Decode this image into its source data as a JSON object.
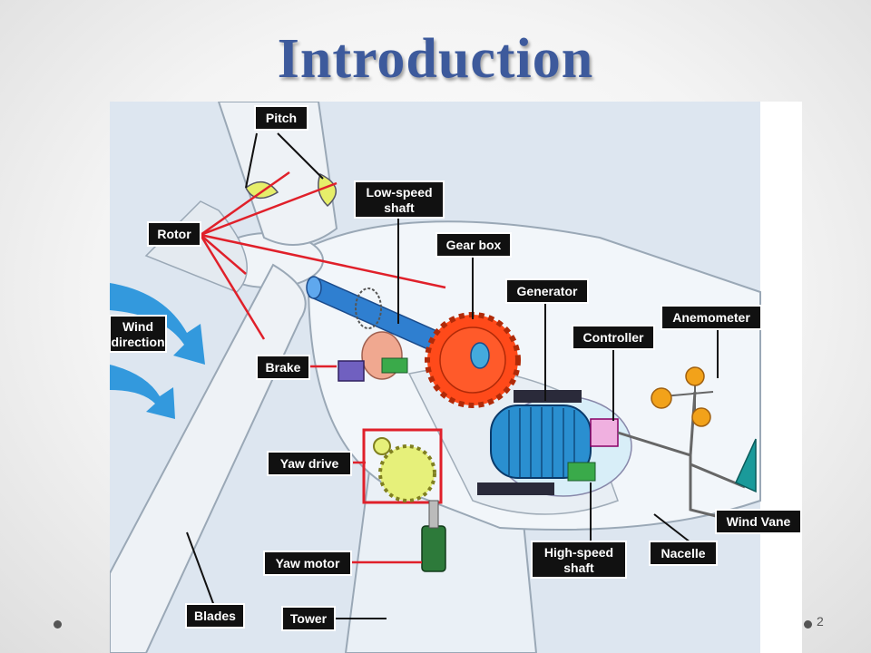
{
  "slide": {
    "title": "Introduction",
    "page_number": "2"
  },
  "labels": {
    "pitch": "Pitch",
    "rotor": "Rotor",
    "low_speed_shaft_line1": "Low-speed",
    "low_speed_shaft_line2": "shaft",
    "gear_box": "Gear box",
    "generator": "Generator",
    "controller": "Controller",
    "anemometer": "Anemometer",
    "wind_direction_line1": "Wind",
    "wind_direction_line2": "direction",
    "brake": "Brake",
    "yaw_drive": "Yaw drive",
    "wind_vane": "Wind Vane",
    "yaw_motor": "Yaw motor",
    "high_speed_shaft_line1": "High-speed",
    "high_speed_shaft_line2": "shaft",
    "nacelle": "Nacelle",
    "blades": "Blades",
    "tower": "Tower"
  },
  "colors": {
    "title": "#3d5a9c",
    "label_bg": "#111111",
    "pointer_red": "#e0202a",
    "wind_arrow": "#3399dd",
    "low_speed_shaft": "#2f7fd0",
    "gear": "#ff4a1a",
    "generator": "#2a8fd0",
    "controller": "#f0b0e0",
    "anemometer_cups": "#f2a21a",
    "wind_vane": "#1a9a9a",
    "yaw_motor": "#2d7a3a",
    "yaw_gear": "#e6f07a",
    "brake_disc": "#f0a890",
    "brake_block": "#7060c0"
  }
}
